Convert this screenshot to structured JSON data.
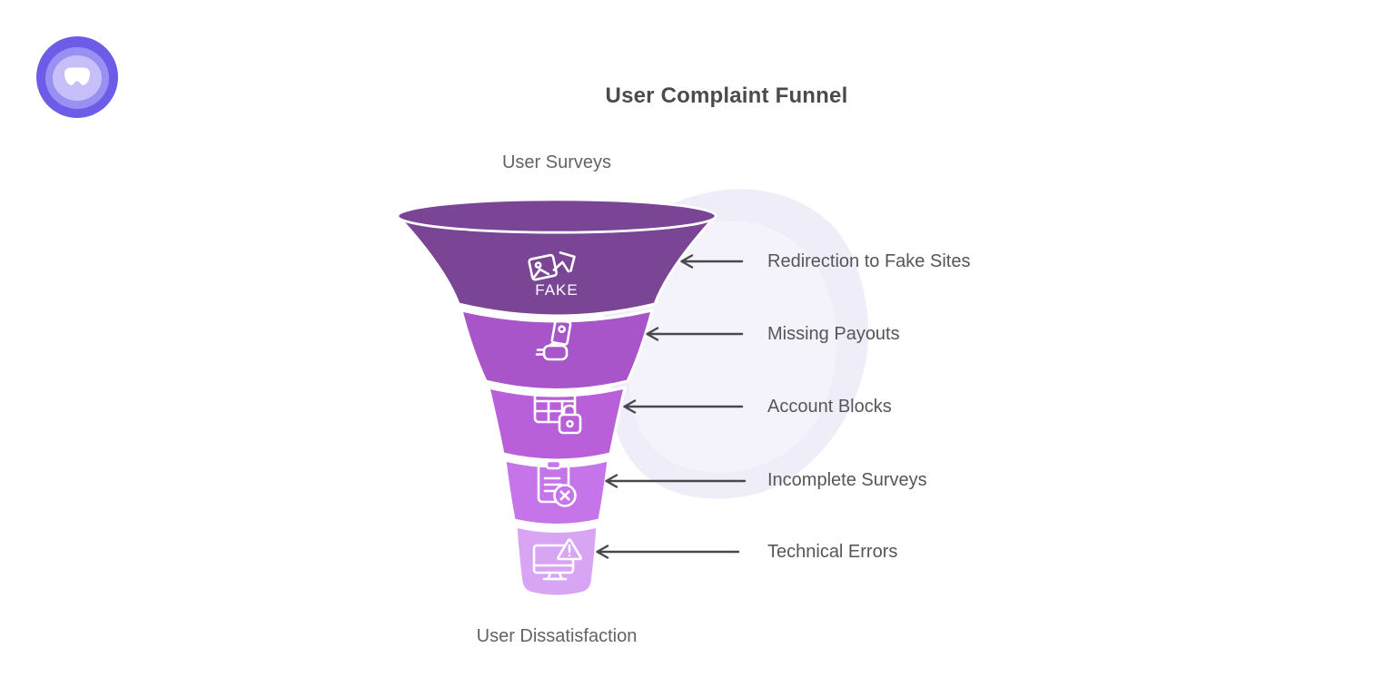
{
  "title": "User Complaint Funnel",
  "colors": {
    "brand": "#6C5CE7",
    "brand_mid": "#9A8FF2",
    "brand_light": "#C7C0F8",
    "blob": "#EFEEF8",
    "blob_inner": "#F4F3FB",
    "arrow": "#47484B"
  },
  "funnel": {
    "type": "funnel",
    "top_label": "User Surveys",
    "bottom_label": "User Dissatisfaction",
    "stage1_badge": "FAKE",
    "stages": [
      {
        "label": "Redirection to Fake Sites",
        "icon": "fake-photos-icon",
        "color": "#7B4595"
      },
      {
        "label": "Missing Payouts",
        "icon": "hand-money-icon",
        "color": "#A755C8"
      },
      {
        "label": "Account Blocks",
        "icon": "table-lock-icon",
        "color": "#B85FD9"
      },
      {
        "label": "Incomplete Surveys",
        "icon": "clipboard-x-icon",
        "color": "#C674EA"
      },
      {
        "label": "Technical Errors",
        "icon": "monitor-warning-icon",
        "color": "#D8A4F4"
      }
    ]
  }
}
